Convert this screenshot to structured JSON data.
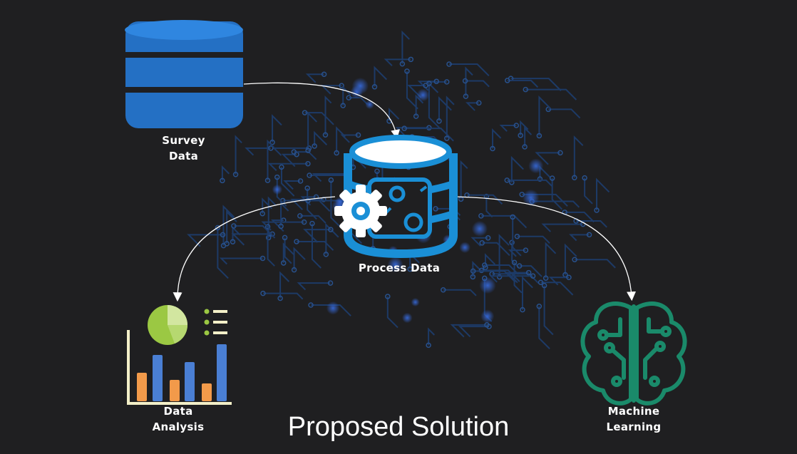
{
  "nodes": {
    "survey": {
      "line1": "Survey",
      "line2": "Data"
    },
    "process": {
      "label": "Process Data"
    },
    "analysis": {
      "line1": "Data",
      "line2": "Analysis"
    },
    "ml": {
      "line1": "Machine",
      "line2": "Learning"
    }
  },
  "title": "Proposed Solution",
  "colors": {
    "background": "#1f1f21",
    "database_blue": "#2470c4",
    "process_blue": "#1a8fd6",
    "brain_green": "#1a8a6a",
    "pie_green": "#9bc843",
    "bar_blue": "#4a7fd4",
    "bar_orange": "#f29a4a",
    "circuit_blue": "#1d3f73"
  }
}
